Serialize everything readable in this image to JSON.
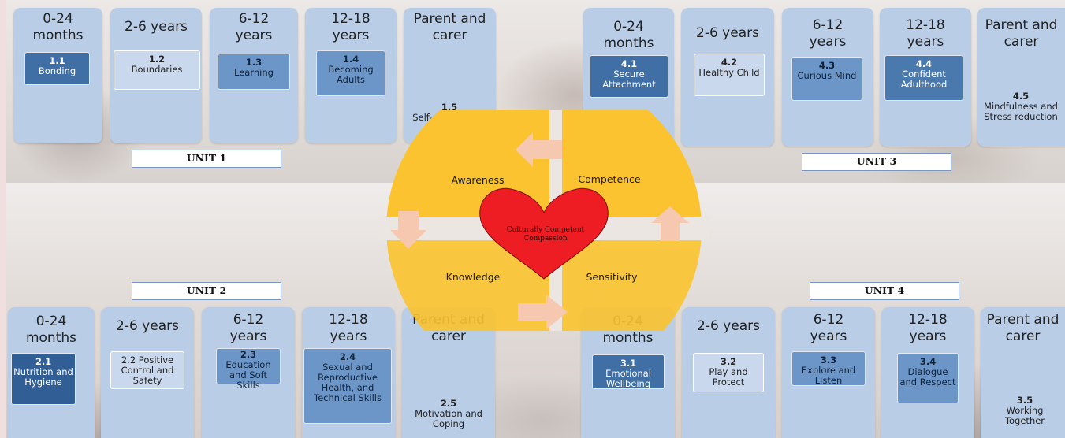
{
  "units": {
    "unit1": {
      "label": "UNIT 1",
      "columns": [
        {
          "head": "0-24 months",
          "num": "1.1",
          "title": "Bonding"
        },
        {
          "head": "2-6 years",
          "num": "1.2",
          "title": "Boundaries"
        },
        {
          "head": "6-12 years",
          "num": "1.3",
          "title": "Learning"
        },
        {
          "head": "12-18 years",
          "num": "1.4",
          "title": "Becoming Adults"
        },
        {
          "head": "Parent and carer",
          "num": "1.5",
          "title": "Self-compassion"
        }
      ]
    },
    "unit2": {
      "label": "UNIT 2",
      "columns": [
        {
          "head": "0-24 months",
          "num": "2.1",
          "title": "Nutrition and Hygiene"
        },
        {
          "head": "2-6 years",
          "num": "2.2",
          "title": "Positive Control and Safety"
        },
        {
          "head": "6-12 years",
          "num": "2.3",
          "title": "Education and Soft Skills"
        },
        {
          "head": "12-18 years",
          "num": "2.4",
          "title": "Sexual and Reproductive Health, and Technical Skills"
        },
        {
          "head": "Parent and carer",
          "num": "2.5",
          "title": "Motivation and Coping"
        }
      ]
    },
    "unit3": {
      "label": "UNIT 3",
      "columns": [
        {
          "head": "0-24 months",
          "num": "4.1",
          "title": "Secure Attachment"
        },
        {
          "head": "2-6 years",
          "num": "4.2",
          "title": "Healthy Child"
        },
        {
          "head": "6-12 years",
          "num": "4.3",
          "title": "Curious Mind"
        },
        {
          "head": "12-18 years",
          "num": "4.4",
          "title": "Confident Adulthood"
        },
        {
          "head": "Parent and carer",
          "num": "4.5",
          "title": "Mindfulness and Stress reduction"
        }
      ]
    },
    "unit4": {
      "label": "UNIT 4",
      "columns": [
        {
          "head": "0-24 months",
          "num": "3.1",
          "title": "Emotional Wellbeing"
        },
        {
          "head": "2-6 years",
          "num": "3.2",
          "title": "Play and Protect"
        },
        {
          "head": "6-12 years",
          "num": "3.3",
          "title": "Explore and Listen"
        },
        {
          "head": "12-18 years",
          "num": "3.4",
          "title": "Dialogue and Respect"
        },
        {
          "head": "Parent and carer",
          "num": "3.5",
          "title": "Working Together"
        }
      ]
    }
  },
  "cycle": {
    "quadrants": [
      "Awareness",
      "Competence",
      "Knowledge",
      "Sensitivity"
    ],
    "heart": "Culturally Competent Compassion",
    "colors": {
      "quadrant": "#fbc32f",
      "heart": "#ee1d23",
      "arrow": "#f7c8b0"
    }
  }
}
